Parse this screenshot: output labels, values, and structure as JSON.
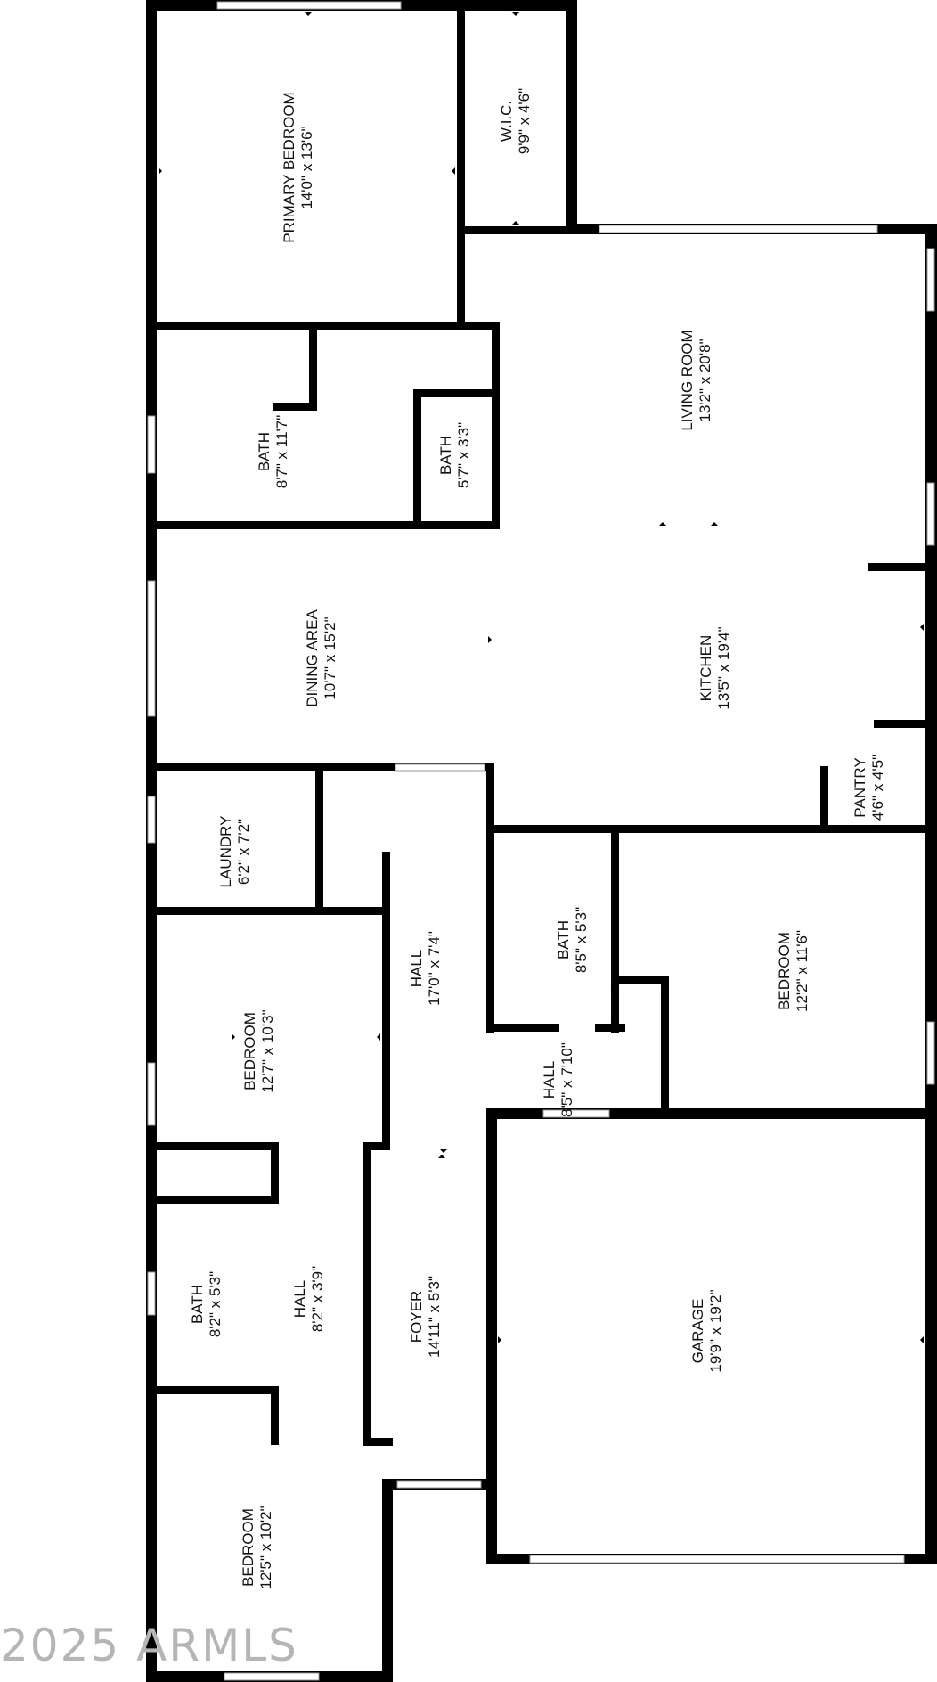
{
  "rooms": [
    {
      "id": "primary-bedroom",
      "name": "PRIMARY BEDROOM",
      "dims": "14'0\" x 13'6\""
    },
    {
      "id": "wic",
      "name": "W.I.C.",
      "dims": "9'9\" x 4'6\""
    },
    {
      "id": "living-room",
      "name": "LIVING ROOM",
      "dims": "13'2\" x 20'8\""
    },
    {
      "id": "bath-primary",
      "name": "BATH",
      "dims": "8'7\" x 11'7\""
    },
    {
      "id": "bath-small",
      "name": "BATH",
      "dims": "5'7\" x 3'3\""
    },
    {
      "id": "dining-area",
      "name": "DINING AREA",
      "dims": "10'7\" x 15'2\""
    },
    {
      "id": "kitchen",
      "name": "KITCHEN",
      "dims": "13'5\" x 19'4\""
    },
    {
      "id": "pantry",
      "name": "PANTRY",
      "dims": "4'6\" x 4'5\""
    },
    {
      "id": "laundry",
      "name": "LAUNDRY",
      "dims": "6'2\" x 7'2\""
    },
    {
      "id": "hall-main",
      "name": "HALL",
      "dims": "17'0\" x 7'4\""
    },
    {
      "id": "bath-mid",
      "name": "BATH",
      "dims": "8'5\" x 5'3\""
    },
    {
      "id": "bedroom-east",
      "name": "BEDROOM",
      "dims": "12'2\" x 11'6\""
    },
    {
      "id": "hall-short",
      "name": "HALL",
      "dims": "8'5\" x 7'10\""
    },
    {
      "id": "bedroom-west",
      "name": "BEDROOM",
      "dims": "12'7\" x 10'3\""
    },
    {
      "id": "bath-west",
      "name": "BATH",
      "dims": "8'2\" x 5'3\""
    },
    {
      "id": "hall-west",
      "name": "HALL",
      "dims": "8'2\" x 3'9\""
    },
    {
      "id": "foyer",
      "name": "FOYER",
      "dims": "14'11\" x 5'3\""
    },
    {
      "id": "garage",
      "name": "GARAGE",
      "dims": "19'9\" x 19'2\""
    },
    {
      "id": "bedroom-south",
      "name": "BEDROOM",
      "dims": "12'5\" x 10'2\""
    }
  ],
  "watermark": "2025 ARMLS"
}
